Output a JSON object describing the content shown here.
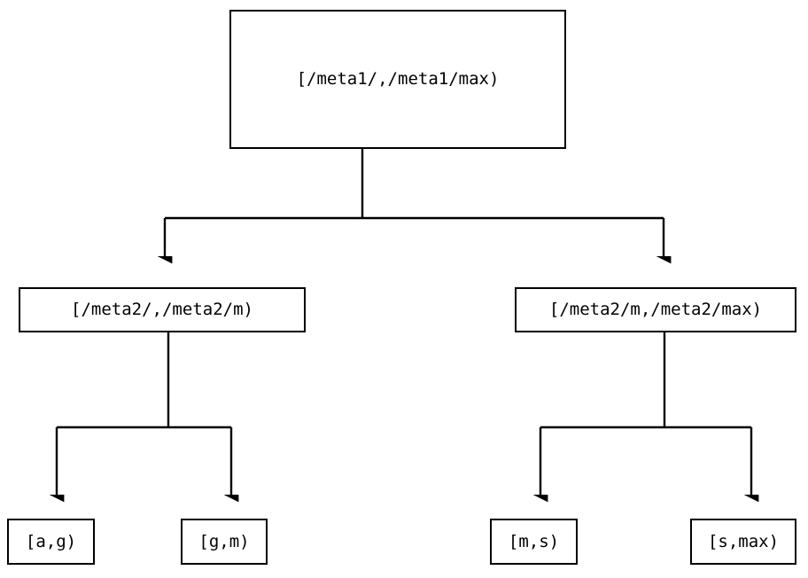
{
  "diagram": {
    "type": "tree",
    "title": "",
    "background_color": "#ffffff",
    "line_color": "#000000",
    "text_color": "#000000",
    "nodes": [
      {
        "id": "root",
        "label": "[/meta1/,/meta1/max)",
        "level": 0
      },
      {
        "id": "meta2_lower",
        "label": "[/meta2/,/meta2/m)",
        "level": 1
      },
      {
        "id": "meta2_upper",
        "label": "[/meta2/m,/meta2/max)",
        "level": 1
      },
      {
        "id": "leaf_ag",
        "label": "[a,g)",
        "level": 2
      },
      {
        "id": "leaf_gm",
        "label": "[g,m)",
        "level": 2
      },
      {
        "id": "leaf_ms",
        "label": "[m,s)",
        "level": 2
      },
      {
        "id": "leaf_smax",
        "label": "[s,max)",
        "level": 2
      }
    ],
    "edges": [
      {
        "from": "root",
        "to": "meta2_lower",
        "arrow": "down"
      },
      {
        "from": "root",
        "to": "meta2_upper",
        "arrow": "down"
      },
      {
        "from": "meta2_lower",
        "to": "leaf_ag",
        "arrow": "down"
      },
      {
        "from": "meta2_lower",
        "to": "leaf_gm",
        "arrow": "down"
      },
      {
        "from": "meta2_upper",
        "to": "leaf_ms",
        "arrow": "down"
      },
      {
        "from": "meta2_upper",
        "to": "leaf_smax",
        "arrow": "down"
      }
    ]
  }
}
